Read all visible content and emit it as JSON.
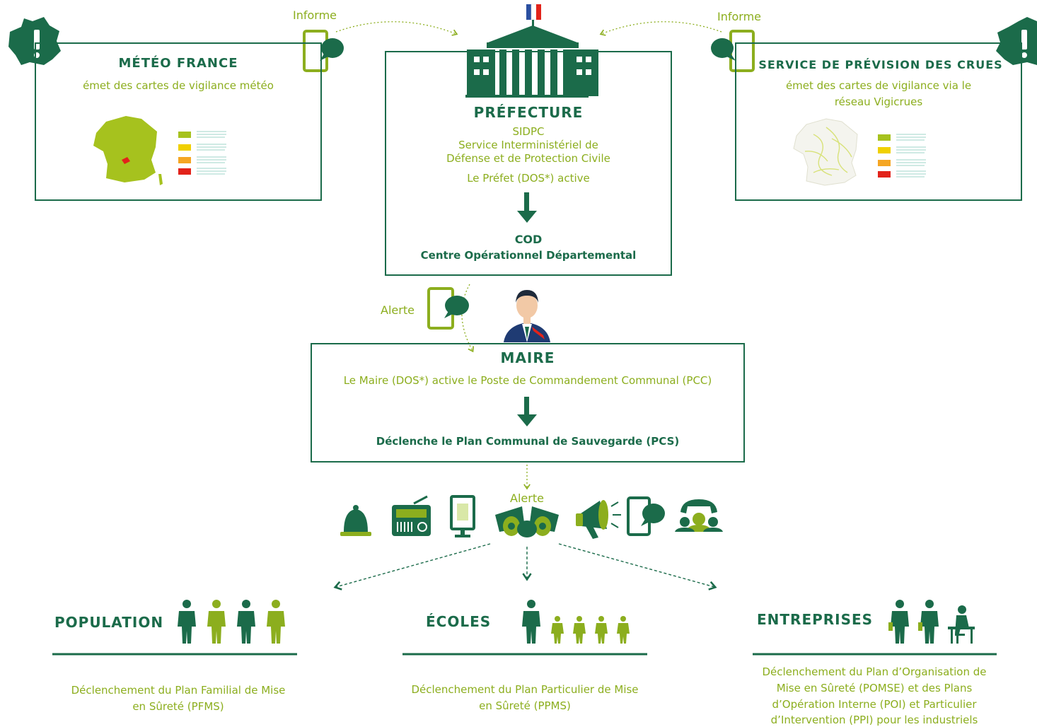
{
  "colors": {
    "dark_green": "#1b6b4a",
    "light_green": "#8cae1e",
    "yellow": "#f0d000",
    "orange": "#f5a623",
    "red": "#e2231a"
  },
  "flows": {
    "informe_left": "Informe",
    "informe_right": "Informe",
    "alerte_maire": "Alerte",
    "alerte_population": "Alerte"
  },
  "meteo": {
    "title": "MÉTÉO FRANCE",
    "desc": "émet des cartes de vigilance météo",
    "icon": "france-map-icon"
  },
  "prefecture": {
    "title": "PRÉFECTURE",
    "sidpc": "SIDPC",
    "sidpc_line1": "Service Interministériel de",
    "sidpc_line2": "Défense et de Protection Civile",
    "prefet": "Le Préfet (DOS*) active",
    "cod": "COD",
    "cod_full": "Centre Opérationnel Départemental"
  },
  "crues": {
    "title": "SERVICE DE PRÉVISION DES CRUES",
    "desc_line1": "émet des cartes de vigilance via le",
    "desc_line2": "réseau Vigicrues"
  },
  "maire": {
    "title": "MAIRE",
    "line1": "Le Maire (DOS*) active le Poste de Commandement Communal (PCC)",
    "line2": "Déclenche le Plan Communal de Sauvegarde (PCS)"
  },
  "alert_means": [
    "bell-icon",
    "radio-icon",
    "display-panel-icon",
    "siren-icon",
    "megaphone-icon",
    "phone-message-icon",
    "call-center-icon"
  ],
  "targets": [
    {
      "title": "POPULATION",
      "desc_lines": [
        "Déclenchement du Plan Familial de Mise",
        "en Sûreté (PFMS)"
      ]
    },
    {
      "title": "ÉCOLES",
      "desc_lines": [
        "Déclenchement du Plan Particulier de Mise",
        "en Sûreté (PPMS)"
      ]
    },
    {
      "title": "ENTREPRISES",
      "desc_lines": [
        "Déclenchement du Plan d’Organisation de",
        "Mise en Sûreté (POMSE) et des Plans",
        "d’Opération Interne (POI) et Particulier",
        "d’Intervention (PPI) pour les industriels"
      ]
    }
  ]
}
